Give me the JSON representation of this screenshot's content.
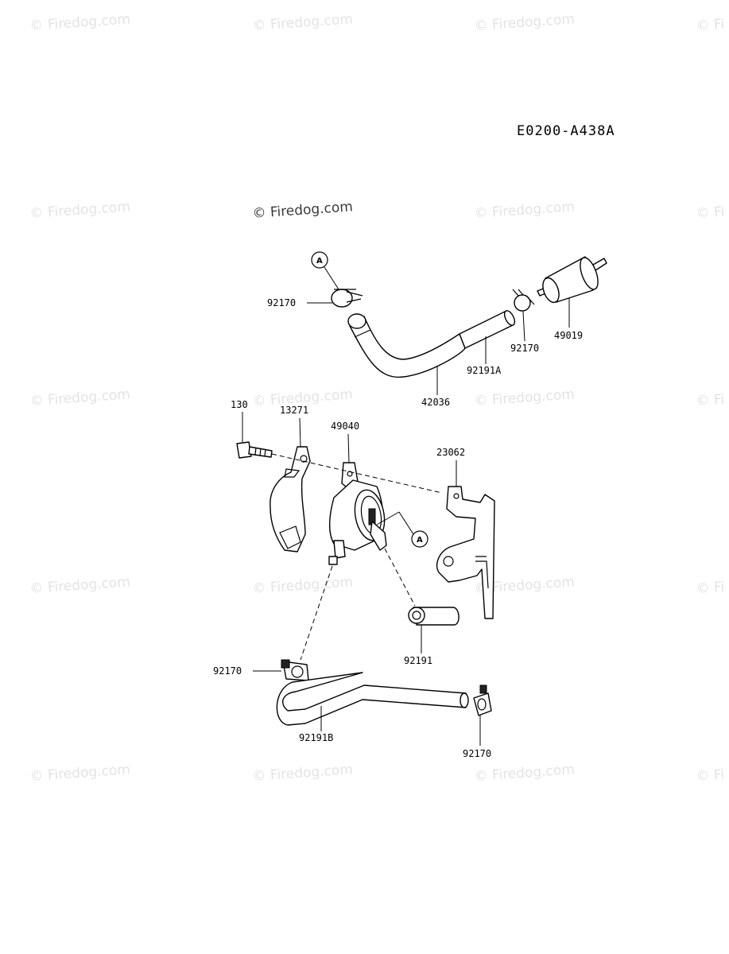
{
  "diagram_code": "E0200-A438A",
  "watermark": {
    "text": "© Firedog.com",
    "partial_text": "© Fi",
    "main_text": "© Firedog.com"
  },
  "reference_marker": "A",
  "labels": {
    "clamp_top_left": "92170",
    "clamp_top_right": "92170",
    "hose_upper_long": "42036",
    "hose_upper_short": "92191A",
    "fuel_filter": "49019",
    "bolt": "130",
    "bracket_small": "13271",
    "fuel_pump": "49040",
    "bracket_large": "23062",
    "hose_mid": "92191",
    "clamp_lower_left": "92170",
    "hose_lower": "92191B",
    "clamp_lower_right": "92170"
  },
  "colors": {
    "line": "#000000",
    "watermark": "#e3e3e3"
  }
}
